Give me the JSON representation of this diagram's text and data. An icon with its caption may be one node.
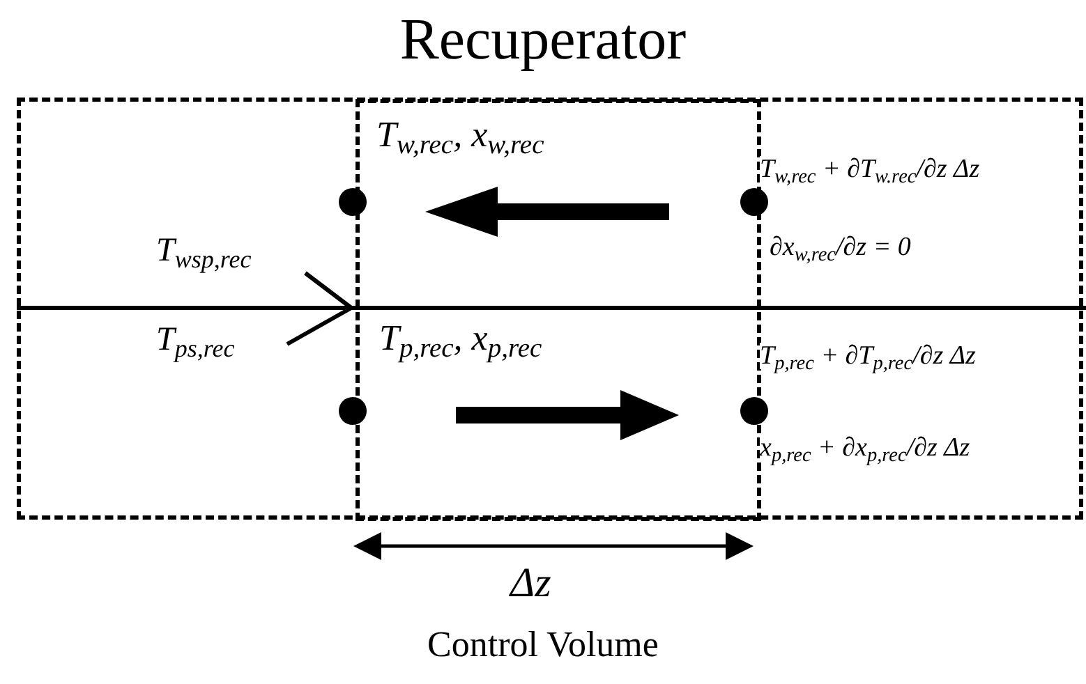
{
  "diagram": {
    "title": "Recuperator",
    "caption": "Control Volume",
    "nodes": [
      {
        "text": [],
        "shape": "box"
      },
      {
        "text": [],
        "shape": "box",
        "in": 0
      }
    ],
    "edges": [],
    "labels": [
      "T$_{w,rec}$, x$_{w,rec}$",
      "T$_{wsp,rec}$",
      "T$_{ps,rec}$",
      "T$_{p,rec}$, x$_{p,rec}$",
      "T$_{w,rec}$ + ∂T$_{w.rec}$/∂z Δz",
      "∂x$_{w,rec}$/∂z = 0",
      "T$_{p,rec}$ + ∂T$_{p,rec}$/∂z Δz",
      "x$_{p,rec}$ + ∂x$_{p,rec}$/∂z Δz",
      "Δz"
    ]
  }
}
